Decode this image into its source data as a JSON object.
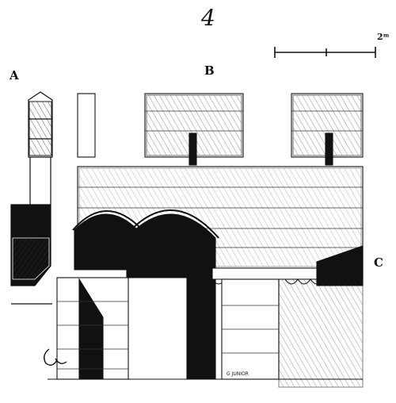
{
  "plate": {
    "number": "4"
  },
  "scale": {
    "label": "2ᵐ"
  },
  "labels": {
    "a": "A",
    "b": "B",
    "c": "C"
  },
  "signature": {
    "engraver": "G JUNIOR"
  },
  "colors": {
    "ink": "#111111",
    "paper": "#ffffff"
  }
}
